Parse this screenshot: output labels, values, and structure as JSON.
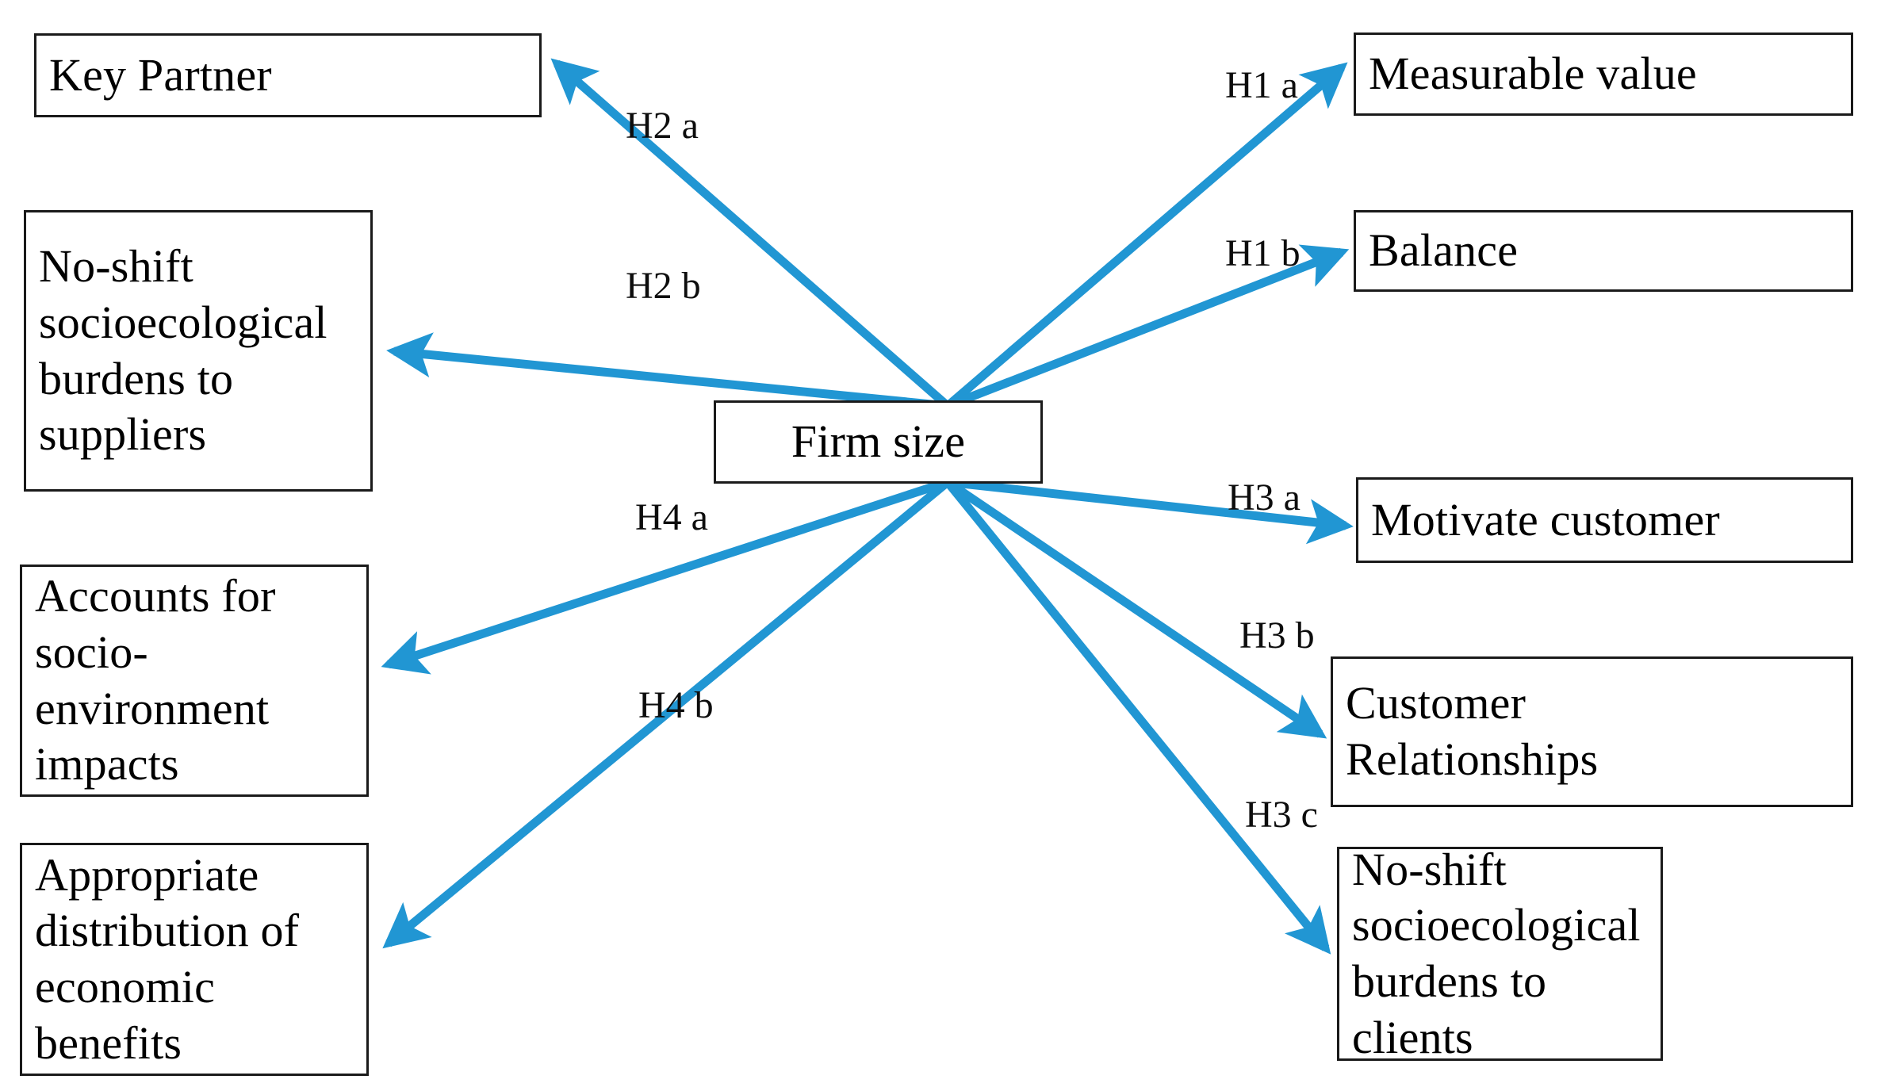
{
  "diagram": {
    "title": "Firm size hypotheses model",
    "accent_color": "#2196D3",
    "border_color": "#1a1a1a",
    "background_color": "#ffffff",
    "center_node": {
      "label": "Firm size"
    },
    "nodes": [
      {
        "id": "key-partner",
        "label": "Key Partner"
      },
      {
        "id": "no-shift-suppliers",
        "label": "No-shift\nsocioecological\nburdens to\nsuppliers"
      },
      {
        "id": "accounts-socio-env",
        "label": "Accounts for socio-\nenvironment\nimpacts"
      },
      {
        "id": "appropriate-distribution",
        "label": "Appropriate\ndistribution of\neconomic benefits"
      },
      {
        "id": "measurable-value",
        "label": "Measurable value"
      },
      {
        "id": "balance",
        "label": "Balance"
      },
      {
        "id": "motivate-customer",
        "label": "Motivate customer"
      },
      {
        "id": "customer-relationships",
        "label": "Customer\nRelationships"
      },
      {
        "id": "no-shift-clients",
        "label": "No-shift\nsocioecological\nburdens to clients"
      }
    ],
    "edges": [
      {
        "id": "h1a",
        "label": "H1 a",
        "from": "firm-size",
        "to": "measurable-value"
      },
      {
        "id": "h1b",
        "label": "H1 b",
        "from": "firm-size",
        "to": "balance"
      },
      {
        "id": "h2a",
        "label": "H2 a",
        "from": "firm-size",
        "to": "key-partner"
      },
      {
        "id": "h2b",
        "label": "H2 b",
        "from": "firm-size",
        "to": "no-shift-suppliers"
      },
      {
        "id": "h3a",
        "label": "H3 a",
        "from": "firm-size",
        "to": "motivate-customer"
      },
      {
        "id": "h3b",
        "label": "H3 b",
        "from": "firm-size",
        "to": "customer-relationships"
      },
      {
        "id": "h3c",
        "label": "H3 c",
        "from": "firm-size",
        "to": "no-shift-clients"
      },
      {
        "id": "h4a",
        "label": "H4 a",
        "from": "firm-size",
        "to": "accounts-socio-env"
      },
      {
        "id": "h4b",
        "label": "H4 b",
        "from": "firm-size",
        "to": "appropriate-distribution"
      }
    ]
  }
}
